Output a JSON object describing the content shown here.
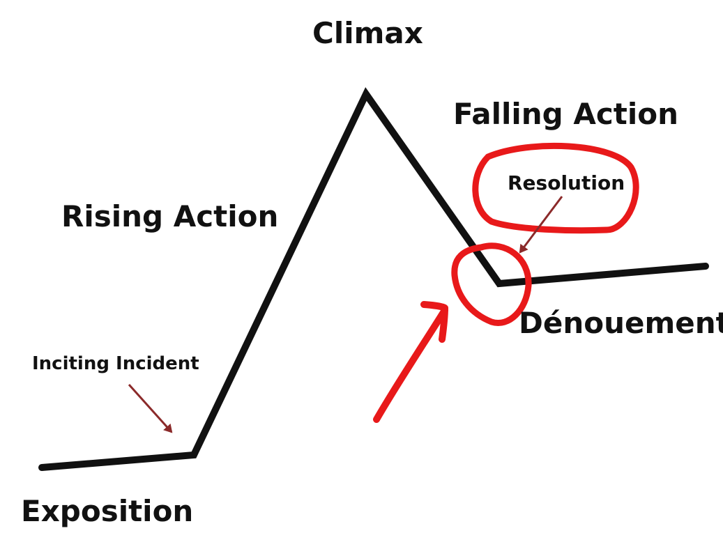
{
  "diagram": {
    "labels": {
      "climax": "Climax",
      "falling_action": "Falling Action",
      "rising_action": "Rising Action",
      "resolution": "Resolution",
      "inciting_incident": "Inciting Incident",
      "denouement": "Dénouement",
      "exposition": "Exposition"
    },
    "colors": {
      "plot_line": "#111111",
      "annotation_red": "#e8191a",
      "pointer_arrow": "#8b2a2a"
    }
  }
}
